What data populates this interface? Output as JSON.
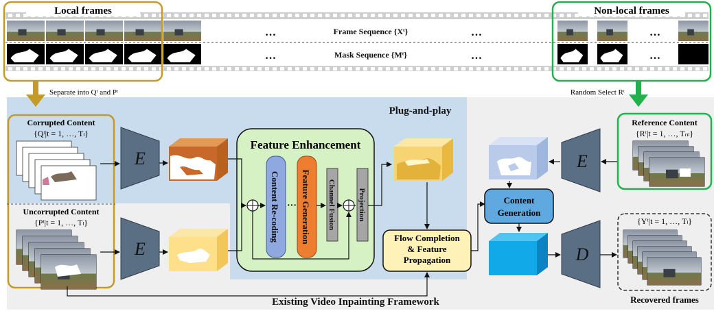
{
  "top": {
    "local_frames": "Local frames",
    "nonlocal_frames": "Non-local frames",
    "frame_sequence": "Frame Sequence {Xᵗ}",
    "mask_sequence": "Mask Sequence {Mᵗ}",
    "ellipsis": "…"
  },
  "arrows": {
    "separate": "Separate into Qᵗ and Pᵗ",
    "random": "Random Select Rᵗ"
  },
  "plug_title": "Plug-and-play",
  "framework_title": "Existing Video Inpainting Framework",
  "corrupted": {
    "title": "Corrupted Content",
    "set": "{Qᵗ|t = 1, …, Tₗ}"
  },
  "uncorrupted": {
    "title": "Uncorrupted Content",
    "set": "{Pᵗ|t = 1, …, Tₗ}"
  },
  "reference": {
    "title": "Reference Content",
    "set": "{Rᵗ|t = 1, …, Tₙₗ}"
  },
  "encoder": "E",
  "decoder": "D",
  "feature_enhancement": {
    "title": "Feature Enhancement",
    "content_recoding": "Content Re-coding",
    "feature_generation": "Feature Generation",
    "channel_fusion": "Channel Fusion",
    "projection": "Projection",
    "dots": "···"
  },
  "flow_completion": {
    "line1": "Flow Completion",
    "line2": "& Feature",
    "line3": "Propagation"
  },
  "content_generation": {
    "line1": "Content",
    "line2": "Generation"
  },
  "output": {
    "set": "{Yᵗ|t = 1, …, Tₗ}",
    "caption": "Recovered frames"
  },
  "colors": {
    "gold": "#c59a2b",
    "green": "#22b14c",
    "plug_bg": "#c9dcee",
    "framework_bg": "#efefef",
    "encoder": "#5b6f84",
    "fe_bg": "#d6f2c4",
    "recoding": "#8fa9e0",
    "generation": "#ed7d31",
    "fusion": "#a6a6a6",
    "flow_box": "#fff2b8",
    "content_gen": "#5fa8e0"
  }
}
